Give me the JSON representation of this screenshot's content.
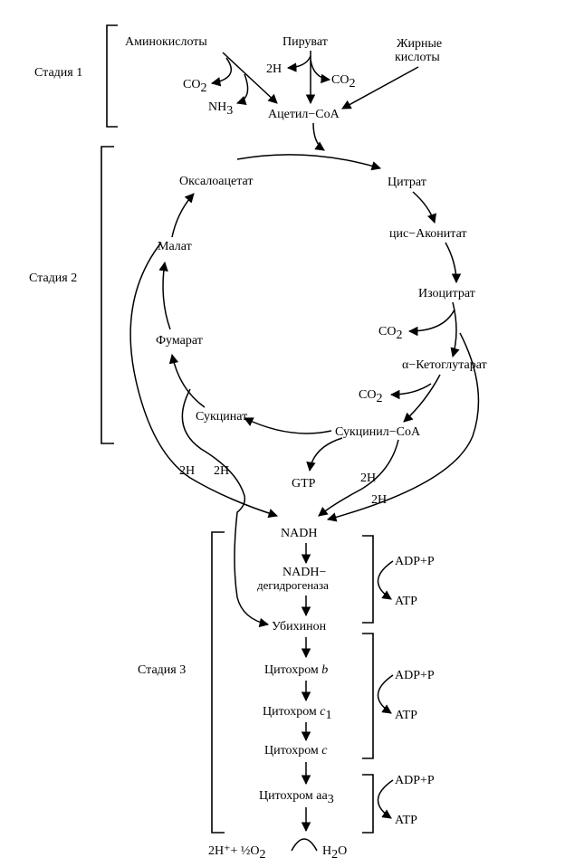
{
  "stages": {
    "stage1": "Стадия 1",
    "stage2": "Стадия 2",
    "stage3": "Стадия 3"
  },
  "stage1": {
    "amino_acids": "Аминокислоты",
    "pyruvate": "Пируват",
    "fatty_acids_line1": "Жирные",
    "fatty_acids_line2": "кислоты",
    "co2_left": "CO",
    "co2_left_sub": "2",
    "h2_pyruvate": "2H",
    "co2_right": "CO",
    "co2_right_sub": "2",
    "nh3": "NH",
    "nh3_sub": "3",
    "acetyl_coa": "Ацетил−CoA"
  },
  "cycle": {
    "oxaloacetate": "Оксалоацетат",
    "citrate": "Цитрат",
    "cis_aconitate": "цис−Аконитат",
    "isocitrate": "Изоцитрат",
    "co2_isocitrate": "CO",
    "co2_isocitrate_sub": "2",
    "alpha_ketoglutarate": "α−Кетоглутарат",
    "co2_ketoglutarate": "CO",
    "co2_ketoglutarate_sub": "2",
    "succinyl_coa": "Сукцинил−CoA",
    "succinate": "Сукцинат",
    "fumarate": "Фумарат",
    "malate": "Малат",
    "gtp": "GTP",
    "h2_malate": "2H",
    "h2_succinate": "2H",
    "h2_succinyl": "2H",
    "h2_ketoglutarate": "2H"
  },
  "chain": {
    "nadh": "NADH",
    "nadh_dh_line1": "NADH−",
    "nadh_dh_line2": "дегидрогеназа",
    "ubiquinone": "Убихинон",
    "cyt_b": "Цитохром",
    "cyt_b_letter": "b",
    "cyt_c1": "Цитохром",
    "cyt_c1_letter": "c",
    "cyt_c1_sub": "1",
    "cyt_c": "Цитохром",
    "cyt_c_letter": "c",
    "cyt_aa3": "Цитохром aa",
    "cyt_aa3_sub": "3",
    "final_left": "2H⁺+ ½O",
    "final_left_sub": "2",
    "final_right": "H",
    "final_right_sub": "2",
    "final_right_o": "O"
  },
  "phosphorylation": [
    {
      "input": "ADP+P",
      "output": "ATP"
    },
    {
      "input": "ADP+P",
      "output": "ATP"
    },
    {
      "input": "ADP+P",
      "output": "ATP"
    }
  ]
}
